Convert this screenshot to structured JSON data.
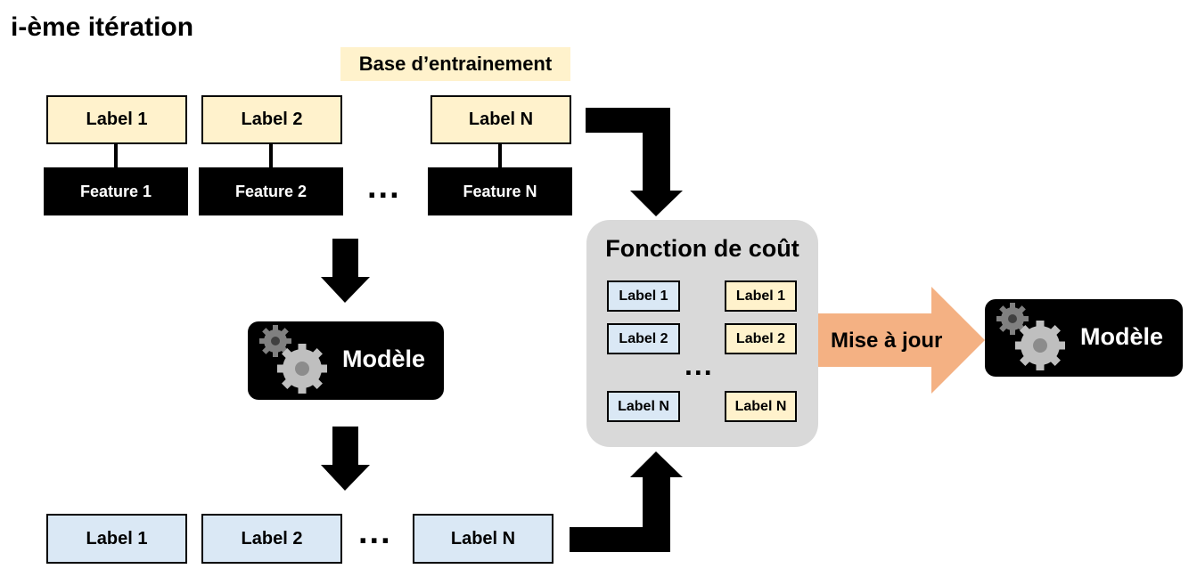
{
  "title": "i-ème itération",
  "training_base": {
    "label": "Base d’entrainement",
    "items": [
      {
        "label": "Label 1",
        "feature": "Feature 1"
      },
      {
        "label": "Label 2",
        "feature": "Feature 2"
      },
      {
        "label": "Label N",
        "feature": "Feature N"
      }
    ],
    "ellipsis": "..."
  },
  "model_center": {
    "label": "Modèle"
  },
  "predictions": {
    "items": [
      "Label 1",
      "Label 2",
      "Label N"
    ],
    "ellipsis": "..."
  },
  "cost_function": {
    "title": "Fonction de coût",
    "pairs": [
      {
        "predicted": "Label 1",
        "true": "Label 1"
      },
      {
        "predicted": "Label 2",
        "true": "Label 2"
      },
      {
        "predicted": "Label N",
        "true": "Label N"
      }
    ],
    "ellipsis": "..."
  },
  "update": {
    "label": "Mise à jour"
  },
  "model_right": {
    "label": "Modèle"
  },
  "colors": {
    "true_label": "#fff2cc",
    "predicted_label": "#dae8f5",
    "update_arrow": "#f4b183",
    "cost_box": "#d9d9d9"
  }
}
